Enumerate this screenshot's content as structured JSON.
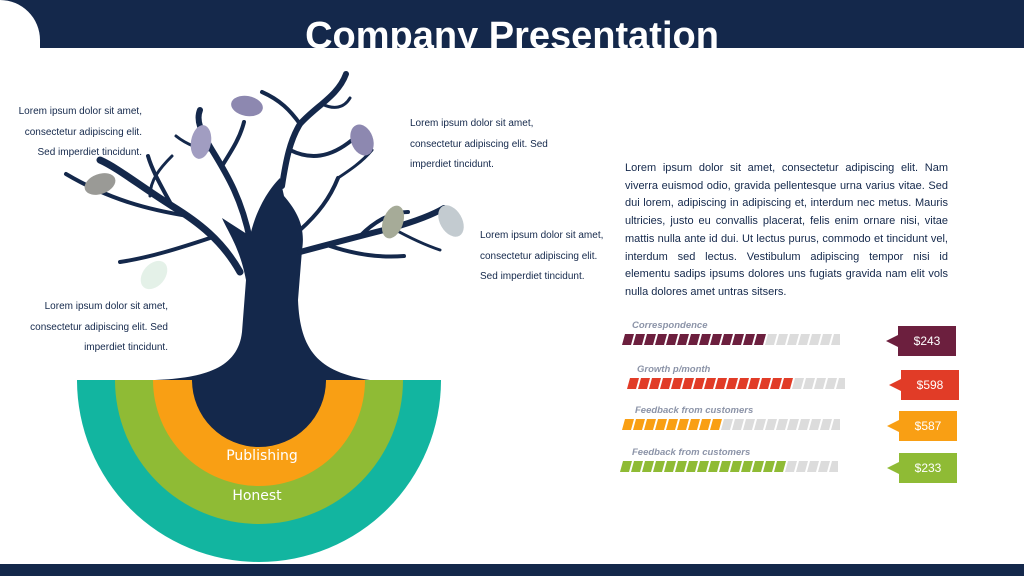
{
  "header": {
    "title": "Company Presentation"
  },
  "tree_notes": [
    {
      "lines": [
        "Lorem ipsum dolor sit amet,",
        "consectetur adipiscing elit.",
        "Sed imperdiet tincidunt."
      ]
    },
    {
      "lines": [
        "Lorem ipsum dolor sit amet,",
        "consectetur adipiscing elit. Sed",
        "imperdiet tincidunt."
      ]
    },
    {
      "lines": [
        "Lorem ipsum dolor sit amet,",
        "consectetur adipiscing elit.",
        "Sed imperdiet tincidunt."
      ]
    },
    {
      "lines": [
        "Lorem ipsum dolor sit amet,",
        "consectetur adipiscing elit. Sed",
        "imperdiet tincidunt."
      ]
    }
  ],
  "paragraph": "Lorem ipsum dolor sit amet, consectetur adipiscing elit. Nam viverra euismod odio, gravida pellentesque urna varius vitae. Sed dui lorem, adipiscing in adipiscing et, interdum nec metus. Mauris ultricies, justo eu convallis placerat, felis enim ornare nisi, vitae mattis nulla ante id dui. Ut lectus purus, commodo et tincidunt vel, interdum sed lectus. Vestibulum adipiscing tempor nisi id elementu sadips ipsums dolores uns fugiats gravida nam elit vols nulla dolores amet untras sitsers.",
  "arc_labels": {
    "inner": "Publishing",
    "outer": "Honest"
  },
  "colors": {
    "navy": "#14284b",
    "teal": "#12b5a0",
    "green": "#8fbb35",
    "orange": "#f99f14",
    "leaf_purple": "#8d88b0",
    "leaf_grey": "#9a9a96",
    "leaf_sage": "#a6ab98",
    "leaf_light": "#c3cbd0",
    "leaf_pale": "#e4f1e8"
  },
  "metrics": [
    {
      "label": "Correspondence",
      "value": "$243",
      "fill": 0.65,
      "color": "#6c1f3e"
    },
    {
      "label": "Growth p/month",
      "value": "$598",
      "fill": 0.75,
      "color": "#e13c27"
    },
    {
      "label": "Feedback from customers",
      "value": "$587",
      "fill": 0.45,
      "color": "#f99f14"
    },
    {
      "label": "Feedback from customers",
      "value": "$233",
      "fill": 0.75,
      "color": "#8fbb35"
    }
  ]
}
